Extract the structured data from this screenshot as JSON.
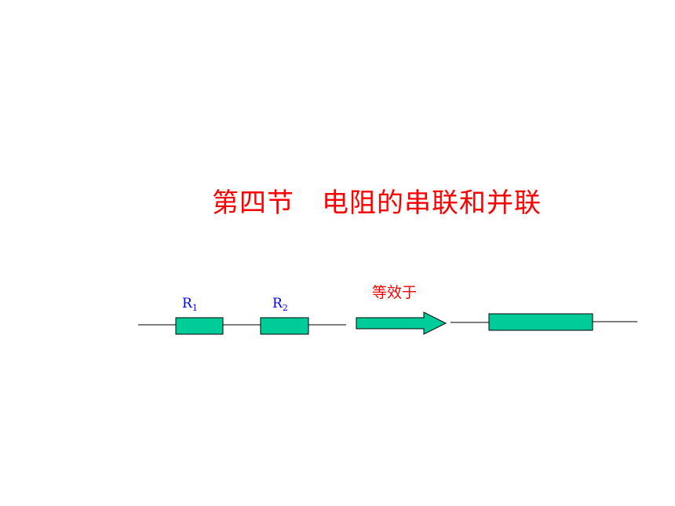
{
  "title": "第四节　电阻的串联和并联",
  "resistors": [
    {
      "symbol": "R",
      "subscript": "1"
    },
    {
      "symbol": "R",
      "subscript": "2"
    }
  ],
  "equivalence_label": "等效于",
  "colors": {
    "title": "#ff0000",
    "equivalence_label": "#ff0000",
    "resistor_label": "#0000ff",
    "resistor_fill": "#00cc99",
    "outline": "#000000",
    "background": "#ffffff"
  }
}
